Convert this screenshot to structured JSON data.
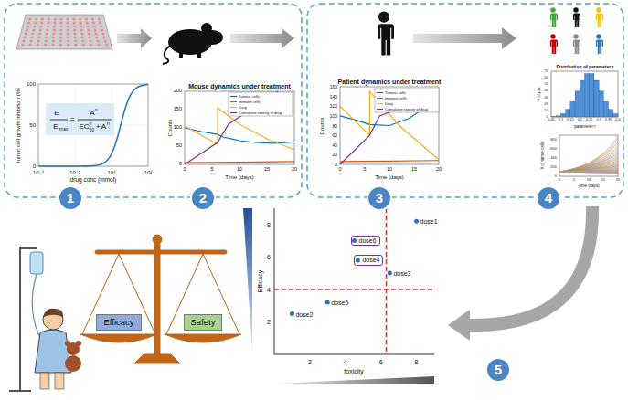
{
  "diagram": {
    "nodes": [
      {
        "text": [
          "1"
        ]
      },
      {
        "text": [
          "2"
        ]
      },
      {
        "text": [
          "3"
        ]
      },
      {
        "text": [
          "4"
        ]
      },
      {
        "text": [
          "Efficacy"
        ]
      },
      {
        "text": [
          "Safety"
        ]
      },
      {
        "text": [
          "dose6"
        ]
      },
      {
        "text": [
          "dose4"
        ]
      },
      {
        "text": [
          "5"
        ]
      }
    ],
    "labels": [
      "E",
      "E",
      "max",
      "=",
      "A",
      "n",
      "EC",
      "50",
      "n",
      "+",
      "A",
      "n",
      "0",
      "50",
      "100",
      "tumor cell growth inhibition (%)",
      "10⁻⁴",
      "10⁻²",
      "10⁰",
      "10²",
      "drug conc (mmol)",
      "Mouse dynamics under treatment",
      "0",
      "50",
      "100",
      "150",
      "200",
      "Counts",
      "0",
      "5",
      "10",
      "15",
      "20",
      "Time (days)",
      "Patient dynamics under treatment",
      "0",
      "20",
      "40",
      "60",
      "80",
      "100",
      "120",
      "140",
      "160",
      "Counts",
      "0",
      "5",
      "10",
      "15",
      "20",
      "Time (days)",
      "Distribution of parameter r",
      "0",
      "10",
      "20",
      "30",
      "40",
      "50",
      "60",
      "70",
      "# of pts",
      "0.05",
      "0.1",
      "0.15",
      "0.2",
      "0.25",
      "0.3",
      "0.35",
      "0.4",
      "parameter r",
      "0",
      "200",
      "400",
      "600",
      "800",
      "# of tumor cells",
      "0",
      "5",
      "10",
      "15",
      "20",
      "Time (days)",
      "dose1",
      "dose3",
      "dose2",
      "dose5",
      "2",
      "4",
      "6",
      "8",
      "2",
      "4",
      "6",
      "8",
      "Efficacy",
      "toxicity"
    ],
    "legend": [
      {
        "text": "Tumour cells"
      },
      {
        "text": "Immune cells"
      },
      {
        "text": "Drug"
      },
      {
        "text": "Cumulative toxicity of drug"
      },
      {
        "text": "Tumour cells"
      },
      {
        "text": "Immune cells"
      },
      {
        "text": "Drug"
      },
      {
        "text": "Cumulative toxicity of drug"
      }
    ]
  }
}
